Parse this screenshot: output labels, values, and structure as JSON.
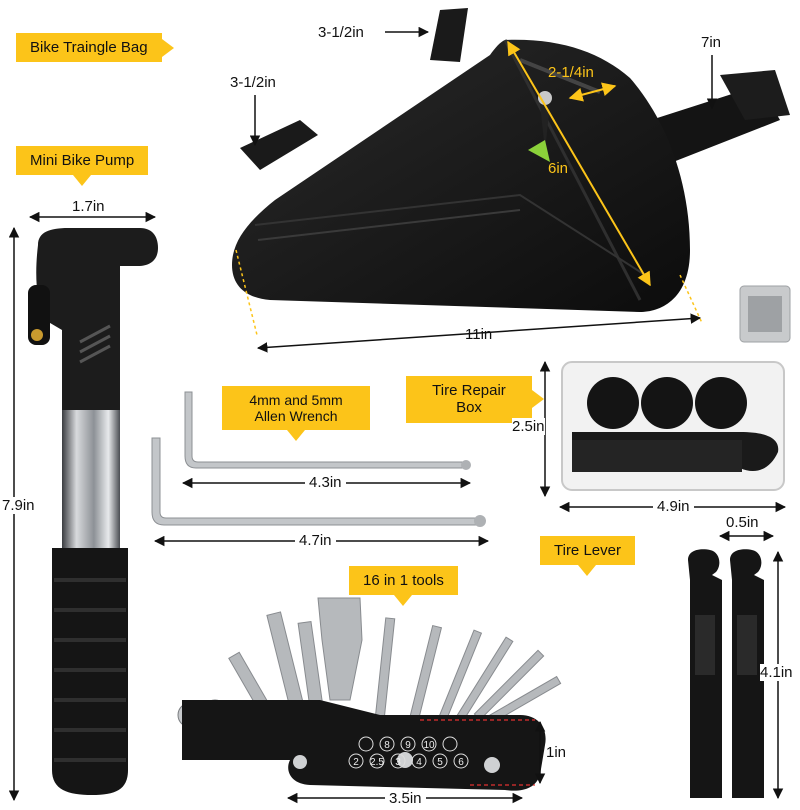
{
  "labels": {
    "bag_tag": "Bike Traingle Bag",
    "pump_tag": "Mini Bike Pump",
    "allen_tag": "4mm and 5mm Allen Wrench",
    "repair_tag": "Tire Repair Box",
    "lever_tag": "Tire Lever",
    "tools_tag": "16 in 1 tools"
  },
  "dimensions": {
    "bag_strap_top": "3-1/2in",
    "bag_strap_left": "3-1/2in",
    "bag_strap_right": "7in",
    "bag_depth": "2-1/4in",
    "bag_height": "6in",
    "bag_length": "11in",
    "pump_width": "1.7in",
    "pump_length": "7.9in",
    "allen_short": "4.3in",
    "allen_long": "4.7in",
    "box_height": "2.5in",
    "box_width": "4.9in",
    "lever_width": "0.5in",
    "lever_length": "4.1in",
    "tool_height": "1in",
    "tool_width": "3.5in"
  },
  "colors": {
    "tag": "#fcc419",
    "product_black": "#151515",
    "metal": "#b9bcbf"
  },
  "tool_dial_numbers": [
    "8",
    "9",
    "10",
    "2",
    "2.5",
    "3",
    "4",
    "5",
    "6"
  ]
}
